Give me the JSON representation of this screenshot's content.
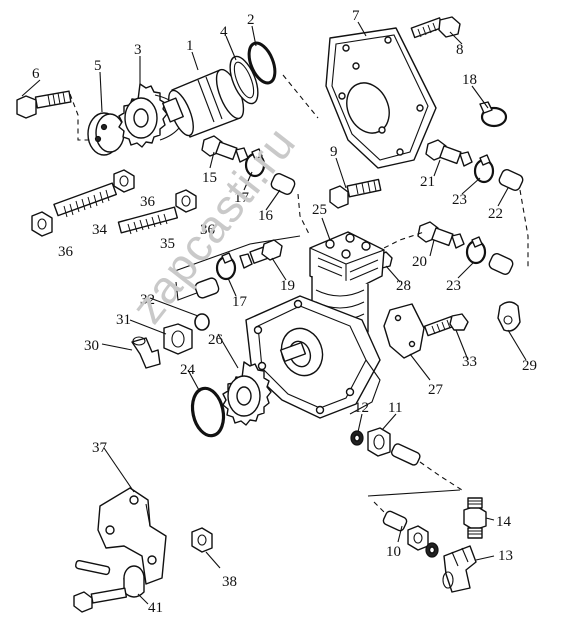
{
  "watermark": "zapcasti.ru",
  "callouts": [
    {
      "id": "c1",
      "label": "1"
    },
    {
      "id": "c2",
      "label": "2"
    },
    {
      "id": "c3",
      "label": "3"
    },
    {
      "id": "c4",
      "label": "4"
    },
    {
      "id": "c5",
      "label": "5"
    },
    {
      "id": "c6",
      "label": "6"
    },
    {
      "id": "c7",
      "label": "7"
    },
    {
      "id": "c8",
      "label": "8"
    },
    {
      "id": "c9",
      "label": "9"
    },
    {
      "id": "c10",
      "label": "10"
    },
    {
      "id": "c11",
      "label": "11"
    },
    {
      "id": "c12",
      "label": "12"
    },
    {
      "id": "c13",
      "label": "13"
    },
    {
      "id": "c14",
      "label": "14"
    },
    {
      "id": "c15",
      "label": "15"
    },
    {
      "id": "c16",
      "label": "16"
    },
    {
      "id": "c17a",
      "label": "17"
    },
    {
      "id": "c17b",
      "label": "17"
    },
    {
      "id": "c18",
      "label": "18"
    },
    {
      "id": "c19",
      "label": "19"
    },
    {
      "id": "c20",
      "label": "20"
    },
    {
      "id": "c21",
      "label": "21"
    },
    {
      "id": "c22",
      "label": "22"
    },
    {
      "id": "c23a",
      "label": "23"
    },
    {
      "id": "c23b",
      "label": "23"
    },
    {
      "id": "c24",
      "label": "24"
    },
    {
      "id": "c25",
      "label": "25"
    },
    {
      "id": "c26",
      "label": "26"
    },
    {
      "id": "c27",
      "label": "27"
    },
    {
      "id": "c28",
      "label": "28"
    },
    {
      "id": "c29",
      "label": "29"
    },
    {
      "id": "c30",
      "label": "30"
    },
    {
      "id": "c31",
      "label": "31"
    },
    {
      "id": "c32",
      "label": "32"
    },
    {
      "id": "c33",
      "label": "33"
    },
    {
      "id": "c34",
      "label": "34"
    },
    {
      "id": "c35",
      "label": "35"
    },
    {
      "id": "c36a",
      "label": "36"
    },
    {
      "id": "c36b",
      "label": "36"
    },
    {
      "id": "c36c",
      "label": "36"
    },
    {
      "id": "c37",
      "label": "37"
    },
    {
      "id": "c38",
      "label": "38"
    },
    {
      "id": "c41",
      "label": "41"
    }
  ]
}
